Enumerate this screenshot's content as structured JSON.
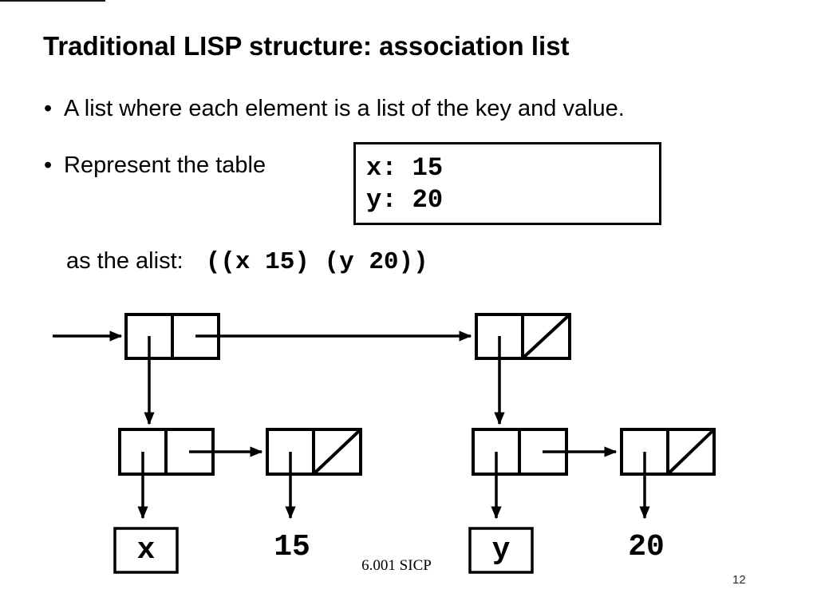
{
  "slide": {
    "title": "Traditional LISP structure: association list",
    "bullets": [
      {
        "marker": "•",
        "text": "A list where each element is a list of the key and value."
      },
      {
        "marker": "•",
        "text": "Represent the table"
      }
    ],
    "table_box": {
      "lines": [
        "x: 15",
        "y: 20"
      ]
    },
    "alist": {
      "label": "as the alist:",
      "code": "((x 15) (y 20))"
    },
    "diagram": {
      "labels": {
        "key1": "x",
        "val1": "15",
        "key2": "y",
        "val2": "20"
      }
    },
    "footer": {
      "course": "6.001 SICP",
      "page": "12"
    }
  },
  "colors": {
    "ink": "#000000",
    "background": "#ffffff",
    "page_number": "#2b2b2b"
  }
}
